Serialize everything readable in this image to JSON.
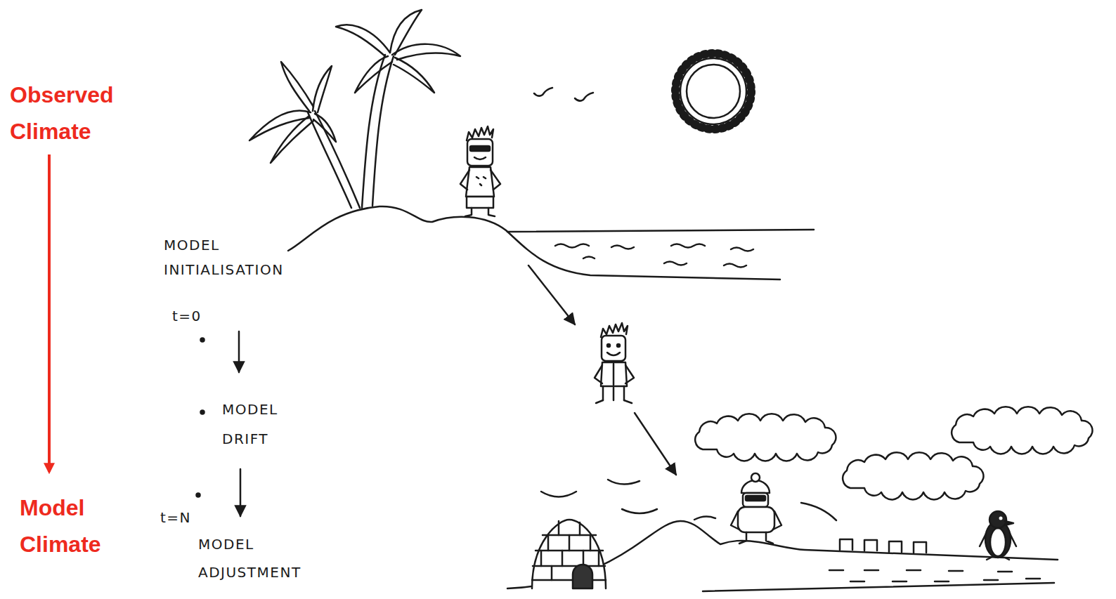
{
  "diagram": {
    "labels": [
      "Observed Climate",
      "Model Climate",
      "MODEL INITIALISATION",
      "t=0",
      "MODEL DRIFT",
      "t=N",
      "MODEL ADJUSTMENT"
    ]
  }
}
